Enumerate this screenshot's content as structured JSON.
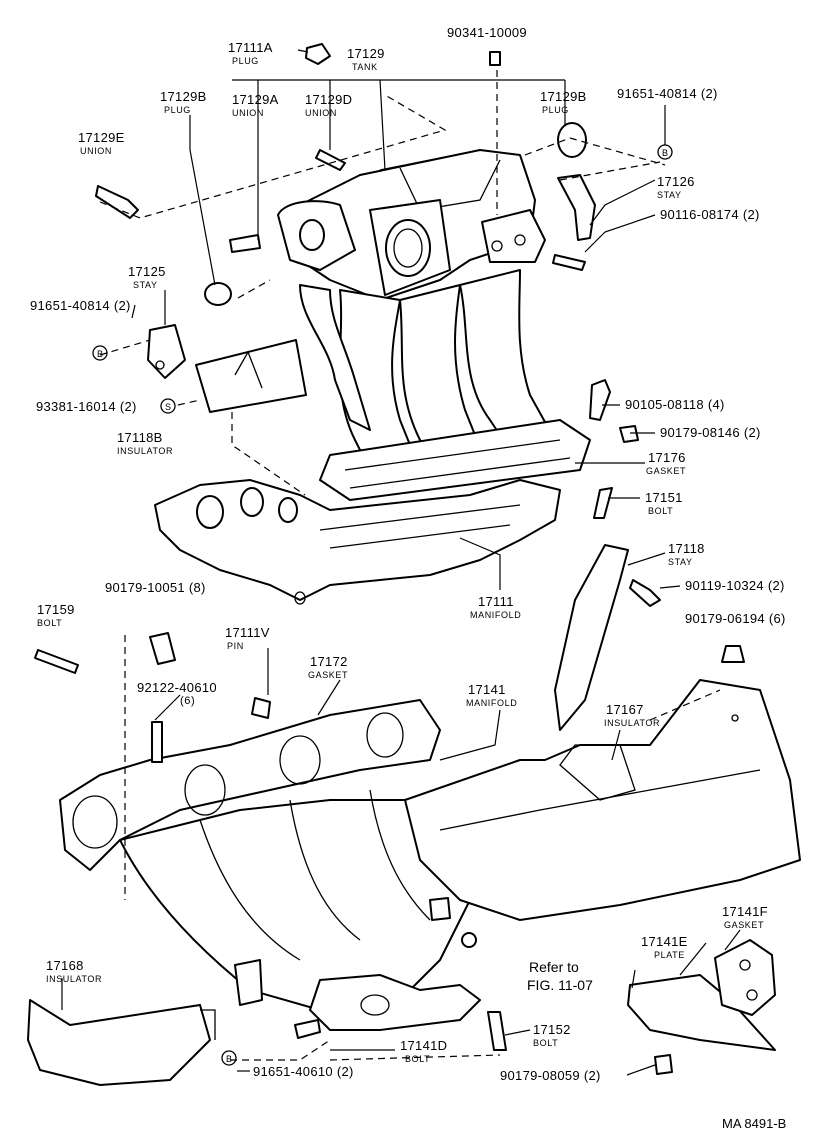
{
  "callouts": [
    {
      "id": "c1",
      "number": "17111A",
      "name": "PLUG"
    },
    {
      "id": "c2",
      "number": "17129",
      "name": "TANK"
    },
    {
      "id": "c3",
      "number": "90341-10009",
      "name": ""
    },
    {
      "id": "c4",
      "number": "17129B",
      "name": "PLUG"
    },
    {
      "id": "c5",
      "number": "17129A",
      "name": "UNION"
    },
    {
      "id": "c6",
      "number": "17129D",
      "name": "UNION"
    },
    {
      "id": "c7",
      "number": "17129B",
      "name": "PLUG"
    },
    {
      "id": "c8",
      "number": "91651-40814 (2)",
      "name": ""
    },
    {
      "id": "c9",
      "number": "17129E",
      "name": "UNION"
    },
    {
      "id": "c10",
      "number": "17126",
      "name": "STAY"
    },
    {
      "id": "c11",
      "number": "90116-08174 (2)",
      "name": ""
    },
    {
      "id": "c12",
      "number": "17125",
      "name": "STAY"
    },
    {
      "id": "c13",
      "number": "91651-40814 (2)",
      "name": ""
    },
    {
      "id": "c14",
      "number": "93381-16014 (2)",
      "name": ""
    },
    {
      "id": "c15",
      "number": "17118B",
      "name": "INSULATOR"
    },
    {
      "id": "c16",
      "number": "90105-08118 (4)",
      "name": ""
    },
    {
      "id": "c17",
      "number": "90179-08146 (2)",
      "name": ""
    },
    {
      "id": "c18",
      "number": "17176",
      "name": "GASKET"
    },
    {
      "id": "c19",
      "number": "17151",
      "name": "BOLT"
    },
    {
      "id": "c20",
      "number": "17118",
      "name": "STAY"
    },
    {
      "id": "c21",
      "number": "90119-10324 (2)",
      "name": ""
    },
    {
      "id": "c22",
      "number": "17111",
      "name": "MANIFOLD"
    },
    {
      "id": "c23",
      "number": "90179-10051 (8)",
      "name": ""
    },
    {
      "id": "c24",
      "number": "90179-06194 (6)",
      "name": ""
    },
    {
      "id": "c25",
      "number": "17159",
      "name": "BOLT"
    },
    {
      "id": "c26",
      "number": "17111V",
      "name": "PIN"
    },
    {
      "id": "c27",
      "number": "17172",
      "name": "GASKET"
    },
    {
      "id": "c28",
      "number": "17141",
      "name": "MANIFOLD"
    },
    {
      "id": "c29",
      "number": "92122-40610",
      "name": "(6)"
    },
    {
      "id": "c30",
      "number": "17167",
      "name": "INSULATOR"
    },
    {
      "id": "c31",
      "number": "17141F",
      "name": "GASKET"
    },
    {
      "id": "c32",
      "number": "17141E",
      "name": "PLATE"
    },
    {
      "id": "c33",
      "number": "17168",
      "name": "INSULATOR"
    },
    {
      "id": "c34",
      "number": "17152",
      "name": "BOLT"
    },
    {
      "id": "c35",
      "number": "17141D",
      "name": "BOLT"
    },
    {
      "id": "c36",
      "number": "91651-40610 (2)",
      "name": ""
    },
    {
      "id": "c37",
      "number": "90179-08059 (2)",
      "name": ""
    }
  ],
  "refer": {
    "line1": "Refer to",
    "line2": "FIG. 11-07"
  },
  "markers": {
    "b": "B",
    "s": "S"
  },
  "figure_code": "MA 8491-B"
}
